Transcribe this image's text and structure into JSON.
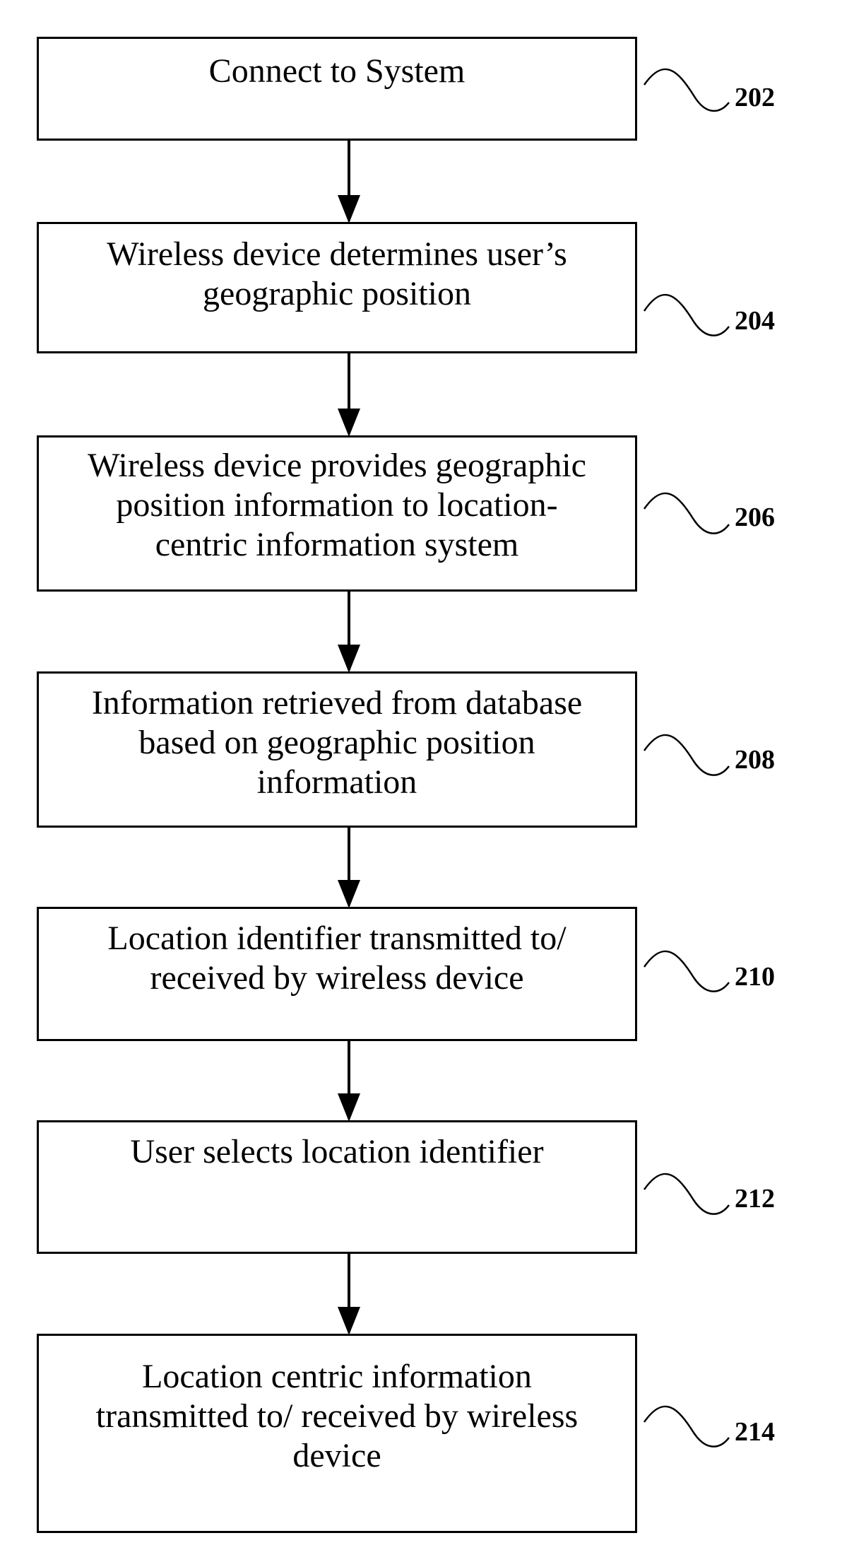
{
  "flowchart": {
    "steps": [
      {
        "ref": "202",
        "lines": [
          "Connect to System"
        ]
      },
      {
        "ref": "204",
        "lines": [
          "Wireless device determines user’s",
          "geographic position"
        ]
      },
      {
        "ref": "206",
        "lines": [
          "Wireless device provides geographic",
          "position information to location-",
          "centric information system"
        ]
      },
      {
        "ref": "208",
        "lines": [
          "Information retrieved from database",
          "based on geographic position",
          "information"
        ]
      },
      {
        "ref": "210",
        "lines": [
          "Location identifier transmitted to/",
          "received by wireless device"
        ]
      },
      {
        "ref": "212",
        "lines": [
          "User selects location identifier"
        ]
      },
      {
        "ref": "214",
        "lines": [
          "Location centric information",
          "transmitted to/ received by wireless",
          "device"
        ]
      }
    ]
  }
}
